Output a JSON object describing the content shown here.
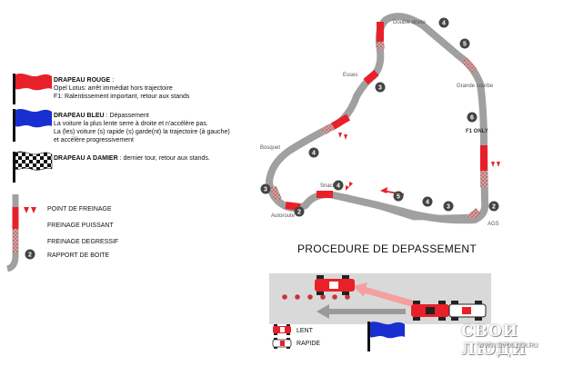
{
  "legend": {
    "red_flag_title": "DRAPEAU ROUGE",
    "red_flag_line1": "Opel Lotus: arrêt immédiat hors trajectoire",
    "red_flag_line2": "F1: Ralentissement important, retour aux stands",
    "blue_flag_title": "DRAPEAU BLEU",
    "blue_flag_line1": "Dépassement",
    "blue_flag_line2": "La voiture la plus lente serre à droite et n'accélère pas.",
    "blue_flag_line3": "La (les) voiture (s) rapide (s) garde(nt) la trajectoire (à gauche)",
    "blue_flag_line4": "et accélère progressivement",
    "checker_flag_title": "DRAPEAU A DAMIER",
    "checker_flag_line1": "dernier tour, retour aux stands.",
    "separator": ":",
    "key_braking_point": "POINT DE FREINAGE",
    "key_hard_braking": "FREINAGE PUISSANT",
    "key_degressive_braking": "FREINAGE DEGRESSIF",
    "key_gear": "RAPPORT DE BOITE",
    "key_gear_sample": "2"
  },
  "track": {
    "label_double_droite": "Double droite",
    "label_esses": "Esses",
    "label_grande_courbe": "Grande courbe",
    "label_bosquet": "Bosquet",
    "label_snack": "Snack",
    "label_autoroute": "Autoroute",
    "label_ags": "AGS",
    "f1_only_label": "F1 ONLY",
    "gears": [
      "4",
      "5",
      "3",
      "6",
      "4",
      "3",
      "4",
      "5",
      "4",
      "3",
      "2",
      "2"
    ]
  },
  "overtake": {
    "title": "PROCEDURE DE DEPASSEMENT",
    "slow_label": "LENT",
    "fast_label": "RAPIDE"
  },
  "watermark": {
    "brand": "СВОИ ЛЮДИ",
    "site": "WWW.SVOILUDI.RU"
  },
  "colors": {
    "red_flag": "#e8202a",
    "blue_flag": "#1a2fd0",
    "track_grey": "#a0a0a0",
    "gear_dark": "#444444"
  }
}
